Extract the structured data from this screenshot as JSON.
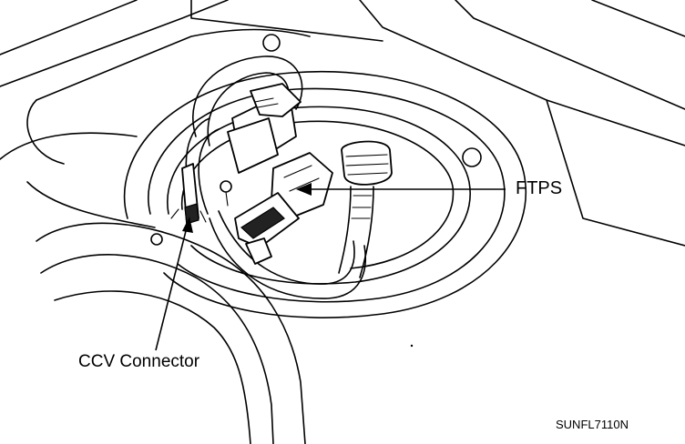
{
  "labels": {
    "ftps": "FTPS",
    "ccv_connector": "CCV Connector",
    "figure_code": "SUNFL7110N"
  },
  "colors": {
    "ink": "#000000",
    "background": "#ffffff"
  }
}
